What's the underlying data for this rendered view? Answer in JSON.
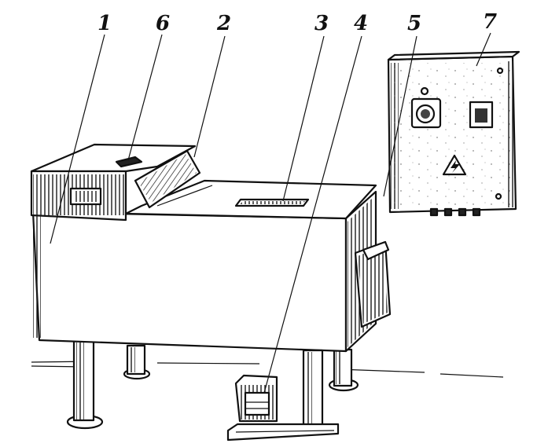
{
  "diagram": {
    "callouts": [
      {
        "id": "1",
        "label": "1"
      },
      {
        "id": "6",
        "label": "6"
      },
      {
        "id": "2",
        "label": "2"
      },
      {
        "id": "3",
        "label": "3"
      },
      {
        "id": "4",
        "label": "4"
      },
      {
        "id": "5",
        "label": "5"
      },
      {
        "id": "7",
        "label": "7"
      }
    ],
    "colors": {
      "ink": "#111111",
      "background": "#ffffff"
    },
    "icons": [
      "high-voltage-warning-icon"
    ]
  }
}
